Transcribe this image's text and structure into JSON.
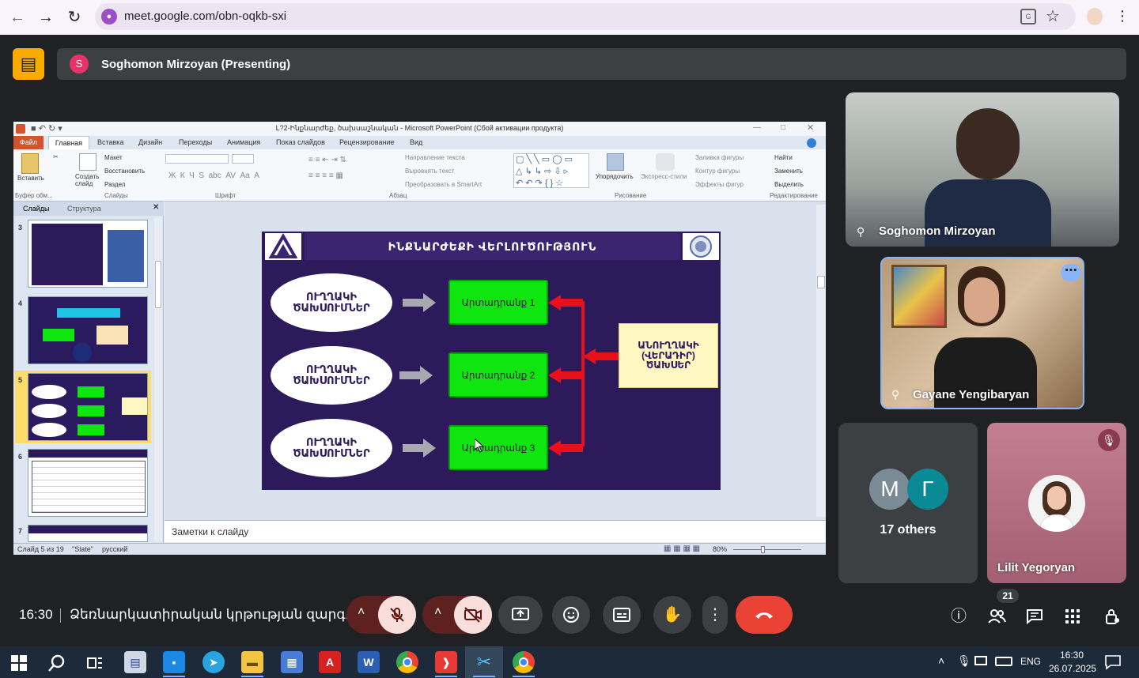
{
  "browser": {
    "url": "meet.google.com/obn-oqkb-sxi"
  },
  "meet": {
    "presenter_initial": "S",
    "presenting_title": "Soghomon Mirzoyan (Presenting)",
    "time": "16:30",
    "meeting_name": "Ձեռնարկատիրական կրթության զարգ...",
    "participant_count": "21"
  },
  "participants": {
    "tile1_name": "Soghomon Mirzoyan",
    "tile2_name": "Gayane Yengibaryan",
    "others_initial_1": "M",
    "others_initial_2": "Г",
    "others_label": "17 others",
    "tile4_name": "Lilit Yegoryan"
  },
  "ppt": {
    "window_title": "L?2-Ինքնարժեք, ծախսաշնական - Microsoft PowerPoint (Сбой активации продукта)",
    "tabs": [
      "Файл",
      "Главная",
      "Вставка",
      "Дизайн",
      "Переходы",
      "Анимация",
      "Показ слайдов",
      "Рецензирование",
      "Вид"
    ],
    "ribbon": {
      "paste": "Вставить",
      "clipboard_group": "Буфер обм...",
      "create_slide": "Создать слайд",
      "layout": "Макет",
      "restore": "Восстановить",
      "section": "Раздел",
      "slides_group": "Слайды",
      "font_group": "Шрифт",
      "text_direction": "Направление текста",
      "align_text": "Выровнять текст",
      "smartart": "Преобразовать в SmartArt",
      "paragraph_group": "Абзац",
      "arrange": "Упорядочить",
      "quick_styles": "Экспресс-стили",
      "shape_fill": "Заливка фигуры",
      "shape_outline": "Контур фигуры",
      "shape_effects": "Эффекты фигур",
      "drawing_group": "Рисование",
      "find": "Найти",
      "replace": "Заменить",
      "select": "Выделить",
      "editing_group": "Редактирование"
    },
    "pane_tabs": [
      "Слайды",
      "Структура"
    ],
    "thumb_numbers": [
      "3",
      "4",
      "5",
      "6",
      "7"
    ],
    "notes_placeholder": "Заметки к слайду",
    "status": {
      "slide_of": "Слайд 5 из 19",
      "theme": "\"Slate\"",
      "language": "русский",
      "zoom": "80%"
    },
    "slide": {
      "title": "ԻՆՔՆԱՐԺԵՔԻ ՎԵՐԼՈՒԾՈՒԹՅՈՒՆ",
      "direct_costs": [
        "ՈՒՂՂԱԿԻ ԾԱԽՍՈՒՄՆԵՐ",
        "ՈՒՂՂԱԿԻ ԾԱԽՍՈՒՄՆԵՐ",
        "ՈՒՂՂԱԿԻ ԾԱԽՍՈՒՄՆԵՐ"
      ],
      "products": [
        "Արտադրանք 1",
        "Արտադրանք 2",
        "Արտադրանք 3"
      ],
      "indirect_costs": "ԱՆՈՒՂՂԱԿԻ (ՎԵՐԱԴԻՐ) ԾԱԽՍԵՐ"
    }
  },
  "taskbar": {
    "lang": "ENG",
    "time": "16:30",
    "date": "26.07.2025"
  },
  "colors": {
    "slide_bg": "#2c1a5a",
    "green_box": "#0fe60f",
    "red_arrow": "#e8101a",
    "end_call": "#ea4335",
    "mic_off": "#f9dedc"
  }
}
